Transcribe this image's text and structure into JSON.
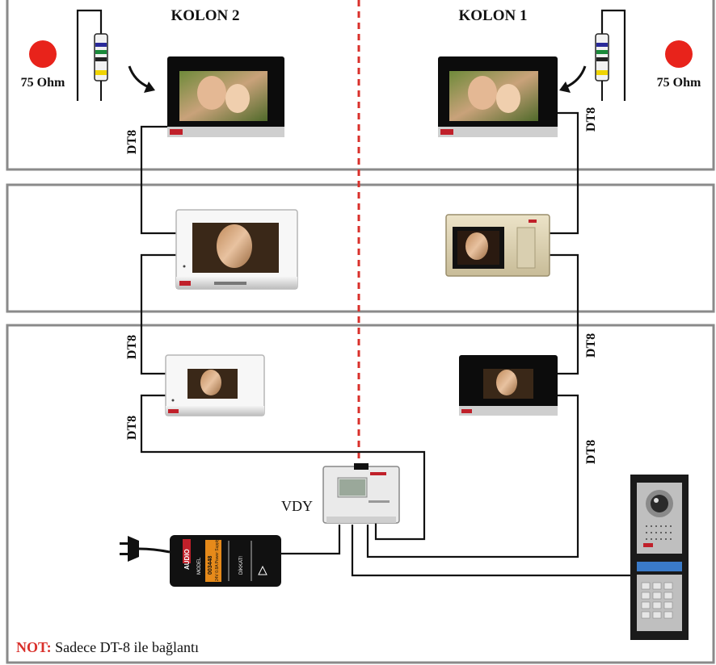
{
  "columns": {
    "left_title": "KOLON 2",
    "right_title": "KOLON 1"
  },
  "resistor_label": "75 Ohm",
  "cable_label": "DT8",
  "vdy_label": "VDY",
  "brand": "AUDIO",
  "note": {
    "prefix": "NOT:",
    "text": " Sadece DT-8 ile bağlantı"
  },
  "power_supply": {
    "model_word": "MODEL",
    "model_code": "003448",
    "desc": "24V 0.8A Power Supply",
    "warning": "DİKKAT!"
  },
  "colors": {
    "frame": "#8a8a8a",
    "divider": "#d9302b",
    "note_red": "#d9302b",
    "indicator_red": "#e8231b"
  }
}
